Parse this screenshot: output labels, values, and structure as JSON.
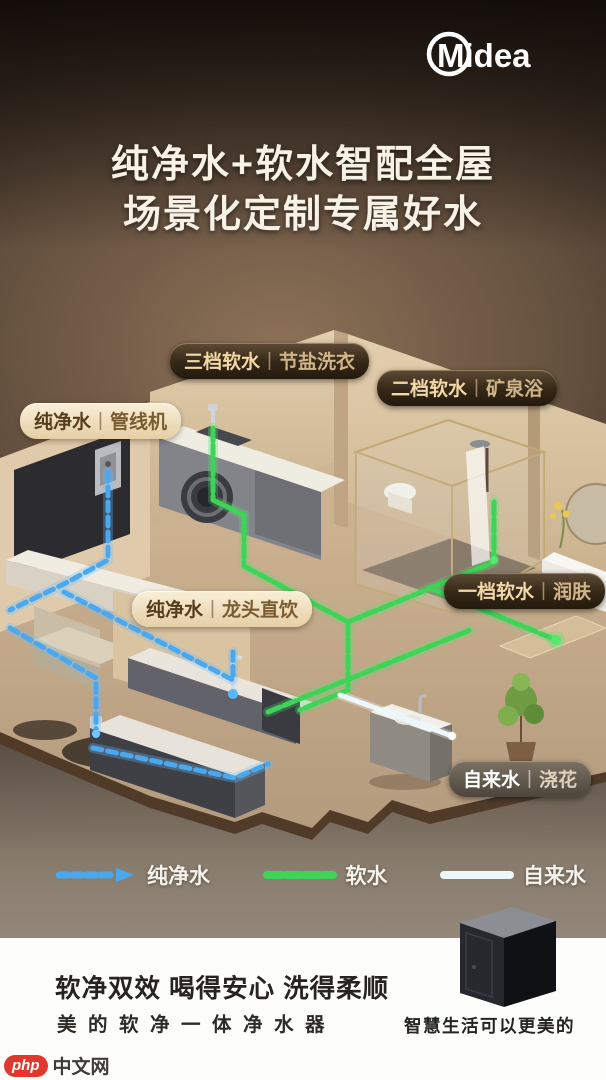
{
  "brand": {
    "logo_text": "Midea"
  },
  "headline": {
    "line1": "纯净水+软水智配全屋",
    "line2": "场景化定制专属好水"
  },
  "divider": "|",
  "scene_labels": [
    {
      "water": "三档软水",
      "use": "节盐洗衣"
    },
    {
      "water": "二档软水",
      "use": "矿泉浴"
    },
    {
      "water": "纯净水",
      "use": "管线机"
    },
    {
      "water": "纯净水",
      "use": "龙头直饮"
    },
    {
      "water": "一档软水",
      "use": "润肤"
    },
    {
      "water": "自来水",
      "use": "浇花"
    }
  ],
  "legend": [
    {
      "label": "纯净水",
      "color": "#4aa9ee",
      "style": "dashed-arrow"
    },
    {
      "label": "软水",
      "color": "#3ed457",
      "style": "dashed"
    },
    {
      "label": "自来水",
      "color": "#ecf7fc",
      "style": "solid"
    }
  ],
  "footer": {
    "slogan": "软净双效 喝得安心 洗得柔顺",
    "product_name": "美的软净一体净水器",
    "product_caption": "智慧生活可以更美的"
  },
  "watermark": {
    "badge": "php",
    "text": "中文网"
  },
  "colors": {
    "pure_water": "#4aa9ee",
    "soft_water": "#3ed457",
    "tap_water": "#ecf7fc",
    "label_gold_text": "#f2d8a8",
    "background_glow": "#8d7158"
  }
}
